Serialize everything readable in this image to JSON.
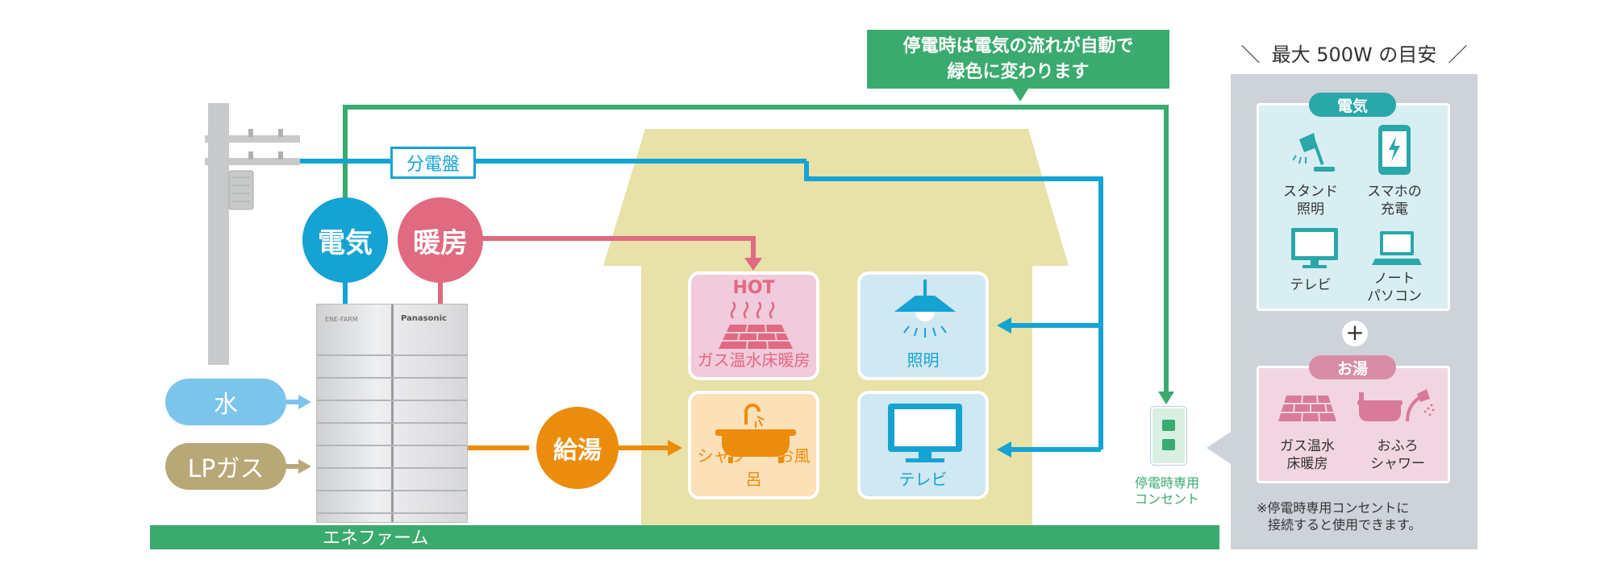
{
  "callout": {
    "line1": "停電時は電気の流れが自動で",
    "line2": "緑色に変わります"
  },
  "labels": {
    "distribution_board": "分電盤",
    "electricity": "電気",
    "heating": "暖房",
    "water": "水",
    "lp_gas": "LPガス",
    "hot_water_supply": "給湯",
    "enefarm": "エネファーム",
    "unit_brand_left": "ENE-FARM",
    "unit_brand_right": "Panasonic",
    "outlet": [
      "停電時専用",
      "コンセント"
    ]
  },
  "house_tiles": {
    "floor_heating": {
      "hot": "HOT",
      "label": "ガス温水床暖房"
    },
    "lighting": {
      "label": "照明"
    },
    "shower_bath": {
      "label": "シャワー・お風呂"
    },
    "tv": {
      "label": "テレビ"
    }
  },
  "sidebar": {
    "title": "最大 500W の目安",
    "plus": "+",
    "electric": {
      "badge": "電気",
      "items": [
        {
          "icon": "desk-lamp-icon",
          "line1": "スタンド",
          "line2": "照明"
        },
        {
          "icon": "smartphone-icon",
          "line1": "スマホの",
          "line2": "充電"
        },
        {
          "icon": "tv-icon",
          "line1": "テレビ",
          "line2": ""
        },
        {
          "icon": "laptop-icon",
          "line1": "ノート",
          "line2": "パソコン"
        }
      ]
    },
    "hot_water": {
      "badge": "お湯",
      "items": [
        {
          "icon": "floor-heating-icon",
          "line1": "ガス温水",
          "line2": "床暖房"
        },
        {
          "icon": "bath-shower-icon",
          "line1": "おふろ",
          "line2": "シャワー"
        }
      ]
    },
    "note_line1": "※停電時専用コンセントに",
    "note_line2": "接続すると使用できます。"
  },
  "colors": {
    "green": "#3aaa6e",
    "blue": "#15a3d4",
    "pink": "#e06a80",
    "orange": "#ec8c0c",
    "water": "#7bc4ec",
    "gas": "#b8a877",
    "house": "#e8e1a8",
    "sidebar_bg": "#cdd3d9"
  }
}
